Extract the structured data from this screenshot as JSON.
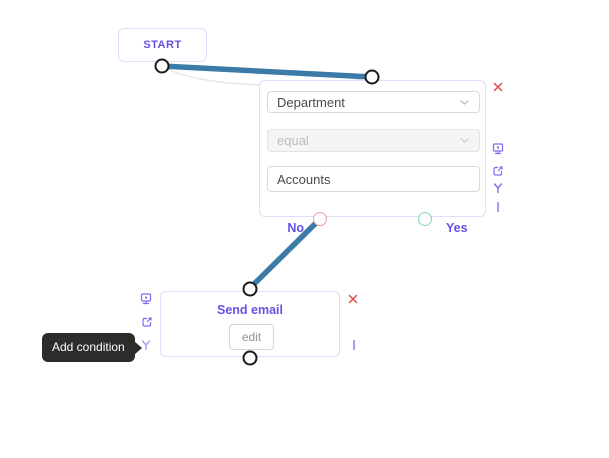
{
  "nodes": {
    "start": {
      "label": "START"
    },
    "condition": {
      "field_select": {
        "value": "Department"
      },
      "operator_select": {
        "value": "equal",
        "state": "disabled"
      },
      "value_input": {
        "value": "Accounts"
      },
      "branch_no_label": "No",
      "branch_yes_label": "Yes"
    },
    "send_email": {
      "title": "Send email",
      "edit_button_label": "edit"
    }
  },
  "tooltip": {
    "text": "Add condition"
  },
  "icons": {
    "screen": "screen-icon",
    "redirect": "redirect-icon",
    "branch": "branch-icon",
    "delay": "delay-bar-icon",
    "delete": "delete-x-icon",
    "chevron": "chevron-down-icon"
  },
  "colors": {
    "accent_purple": "#6452e4",
    "icon_purple": "#7b6cf0",
    "icon_purple_light": "#ab9bf6",
    "edge_blue": "#3c7ba8",
    "delete_red": "#e04b4b",
    "node_border": "#e1dcf7",
    "port_no_red": "#ee9f98",
    "port_yes_green": "#82d6b0",
    "tooltip_bg": "#2c2c2c"
  }
}
